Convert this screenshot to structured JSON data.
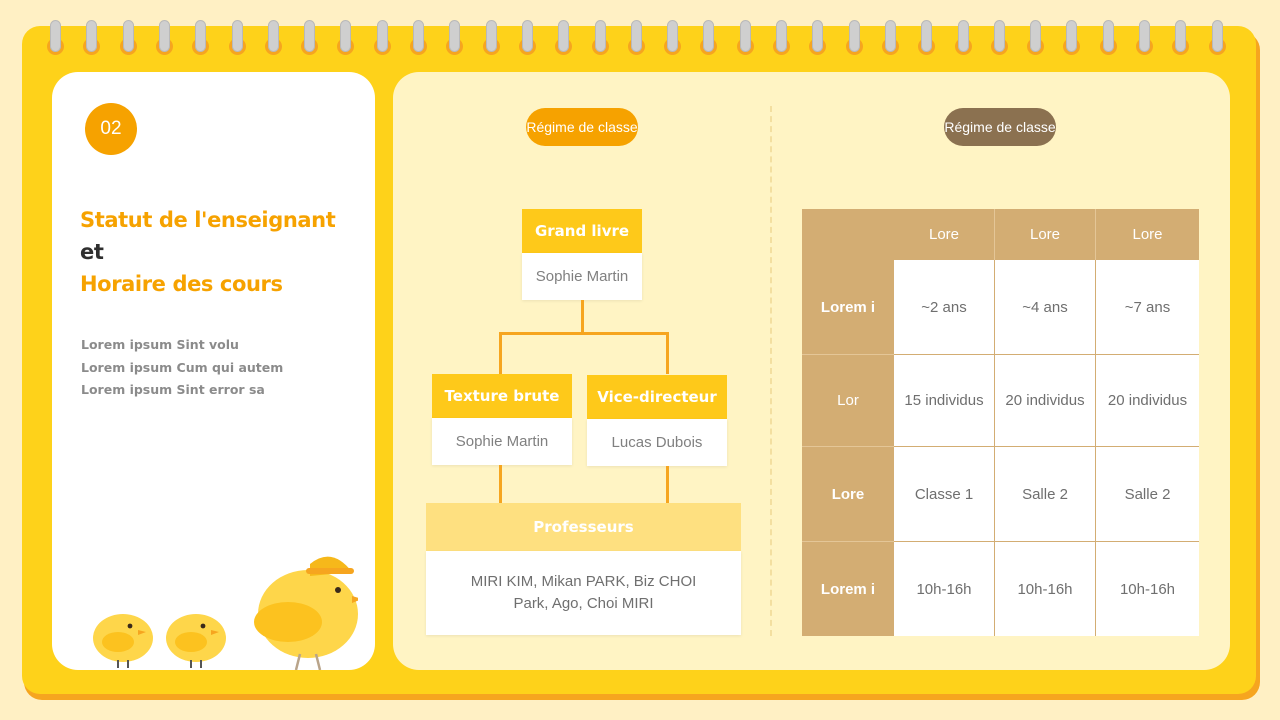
{
  "slide": {
    "number": "02",
    "title_line1": "Statut de l'enseignant",
    "title_line2": "et",
    "title_line3": "Horaire des cours",
    "desc": [
      "Lorem ipsum Sint volu",
      "Lorem ipsum Cum qui autem",
      "Lorem ipsum Sint error sa"
    ]
  },
  "left_section": {
    "pill": "Régime de classe",
    "org": {
      "top": {
        "title": "Grand livre",
        "name": "Sophie Martin"
      },
      "left": {
        "title": "Texture brute",
        "name": "Sophie Martin"
      },
      "right": {
        "title": "Vice-directeur",
        "name": "Lucas Dubois"
      },
      "professors": {
        "title": "Professeurs",
        "line1": "MIRI KIM, Mikan PARK, Biz CHOI",
        "line2": "Park, Ago, Choi MIRI"
      }
    }
  },
  "right_section": {
    "pill": "Régime de classe",
    "table": {
      "headers": [
        "Lore",
        "Lore",
        "Lore"
      ],
      "rows": [
        {
          "label": "Lorem i",
          "cells": [
            "~2 ans",
            "~4 ans",
            "~7 ans"
          ]
        },
        {
          "label": "Lor",
          "cells": [
            "15 individus",
            "20 individus",
            "20 individus"
          ]
        },
        {
          "label": "Lore",
          "cells": [
            "Classe 1",
            "Salle 2",
            "Salle 2"
          ]
        },
        {
          "label": "Lorem i",
          "cells": [
            "10h-16h",
            "10h-16h",
            "10h-16h"
          ]
        }
      ]
    }
  },
  "colors": {
    "board": "#fed21a",
    "accent_orange": "#f6a200",
    "table_brown": "#d3ad73",
    "pill_brown": "#8b7150"
  }
}
